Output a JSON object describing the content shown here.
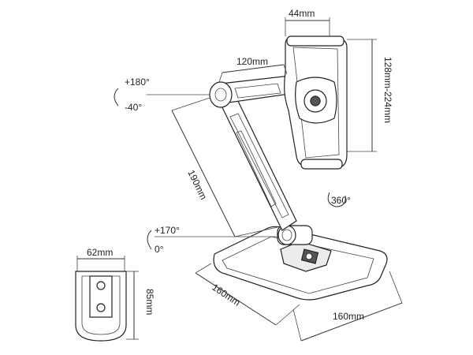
{
  "dimensions": {
    "clamp_width": "44mm",
    "clamp_range": "128mm-224mm",
    "arm_upper": "120mm",
    "arm_lower": "190mm",
    "base_depth": "160mm",
    "base_width": "160mm",
    "plate_width": "62mm",
    "plate_height": "85mm"
  },
  "rotations": {
    "top_joint_up": "+180°",
    "top_joint_down": "-40°",
    "bottom_joint_up": "+170°",
    "bottom_joint_down": "0°",
    "holder_spin": "360°"
  }
}
